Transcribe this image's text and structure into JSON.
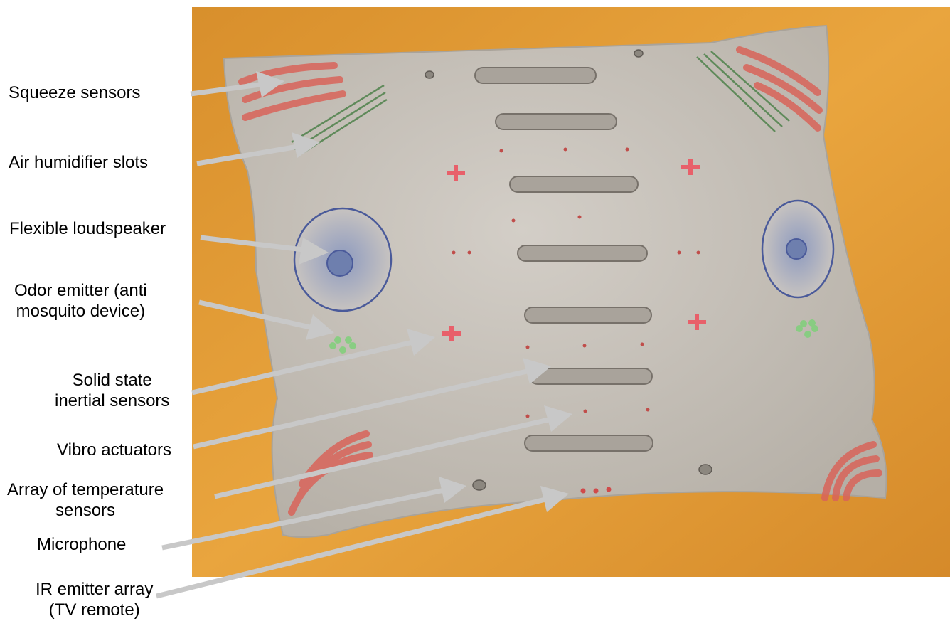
{
  "colors": {
    "table": "#e8a43a",
    "pillow": "#c9c4bd",
    "squeeze_sensor": "#d9645a",
    "humidifier": "#5f8a5a",
    "speaker": "#4a5a9a",
    "odor": "#7fd07a",
    "inertial": "#e8606a",
    "arrow": "#c8c8c8"
  },
  "labels": {
    "squeeze": "Squeeze sensors",
    "humidifier": "Air humidifier slots",
    "loudspeaker": "Flexible loudspeaker",
    "odor_1": "Odor emitter (anti",
    "odor_2": "mosquito device)",
    "inertial_1": "Solid state",
    "inertial_2": "inertial sensors",
    "vibro": "Vibro actuators",
    "temp_1": "Array of temperature",
    "temp_2": "sensors",
    "microphone": "Microphone",
    "ir_1": "IR emitter array",
    "ir_2": "(TV remote)"
  }
}
